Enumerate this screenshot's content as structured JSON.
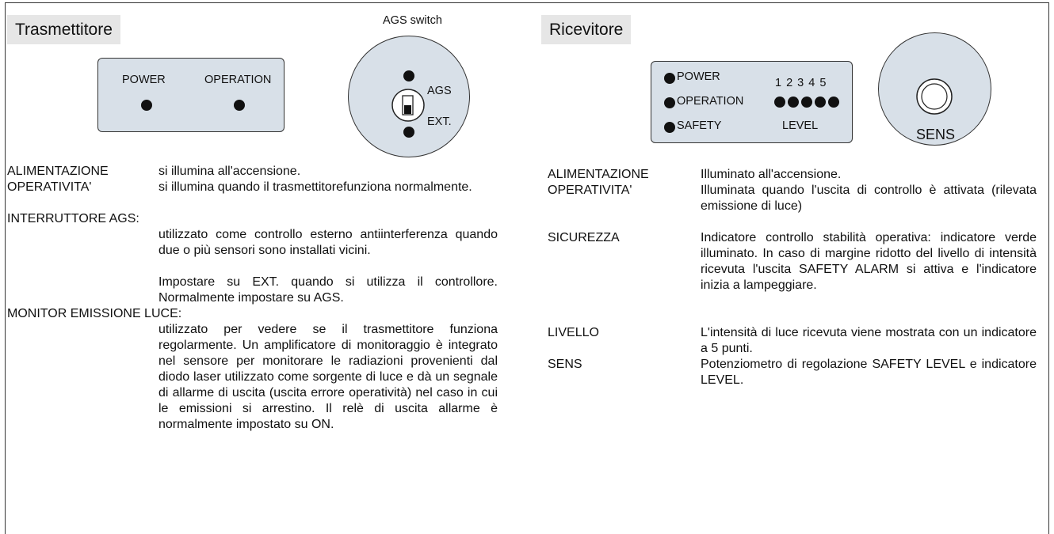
{
  "transmitter": {
    "title": "Trasmettitore",
    "panel_labels": {
      "power": "POWER",
      "operation": "OPERATION"
    },
    "ags_switch": {
      "title": "AGS switch",
      "ags_label": "AGS",
      "ext_label": "EXT."
    },
    "items": {
      "alimentazione_term": "ALIMENTAZIONE",
      "alimentazione_desc": "si illumina all'accensione.",
      "operativita_term": "OPERATIVITA'",
      "operativita_desc": "si illumina quando il trasmettitorefunziona normalmente.",
      "ags_term": "INTERRUTTORE AGS:",
      "ags_desc_1": "utilizzato come controllo esterno antiinterferenza quando due o più sensori sono installati vicini.",
      "ags_desc_2": "Impostare su EXT. quando si utilizza il controllore. Normalmente impostare su AGS.",
      "monitor_term": "MONITOR EMISSIONE LUCE:",
      "monitor_desc": "utilizzato per vedere se il trasmettitore funziona regolarmente. Un amplificatore di monitoraggio è integrato nel sensore per monitorare le radiazioni provenienti dal diodo laser utilizzato come sorgente di luce e dà un segnale di allarme di uscita (uscita errore operatività) nel caso in cui le emissioni si arrestino. Il relè di uscita allarme è normalmente impostato su ON."
    }
  },
  "receiver": {
    "title": "Ricevitore",
    "panel_labels": {
      "power": "POWER",
      "operation": "OPERATION",
      "safety": "SAFETY",
      "level": "LEVEL",
      "level_numbers": "1 2 3 4 5"
    },
    "sens_label": "SENS",
    "items": {
      "alimentazione_term": "ALIMENTAZIONE",
      "alimentazione_desc": "Illuminato all'accensione.",
      "operativita_term": "OPERATIVITA'",
      "operativita_desc": "Illuminata quando l'uscita di controllo è attivata (rilevata emissione di luce)",
      "sicurezza_term": "SICUREZZA",
      "sicurezza_desc": "Indicatore controllo stabilità operativa: indicatore verde illuminato. In caso di margine ridotto del livello di intensità ricevuta l'uscita SAFETY ALARM si attiva e l'indicatore inizia a lampeggiare.",
      "livello_term": "LIVELLO",
      "livello_desc": "L'intensità di luce ricevuta viene mostrata con un indicatore a 5 punti.",
      "sens_term": "SENS",
      "sens_desc": "Potenziometro di regolazione SAFETY LEVEL e indicatore LEVEL."
    }
  },
  "colors": {
    "panel_fill": "#d8e0e8",
    "tag_fill": "#e6e6e6",
    "dot": "#111111"
  }
}
